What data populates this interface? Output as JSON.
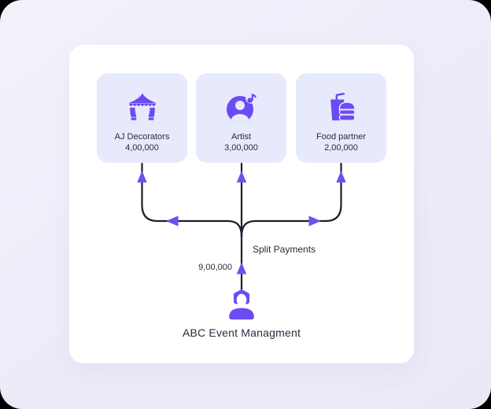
{
  "diagram": {
    "recipients": [
      {
        "name": "AJ Decorators",
        "amount": "4,00,000",
        "icon": "tent-icon"
      },
      {
        "name": "Artist",
        "amount": "3,00,000",
        "icon": "artist-music-icon"
      },
      {
        "name": "Food partner",
        "amount": "2,00,000",
        "icon": "food-drink-burger-icon"
      }
    ],
    "flow": {
      "split_label": "Split Payments",
      "source_amount": "9,00,000"
    },
    "sender": {
      "name": "ABC Event Managment",
      "icon": "person-icon"
    }
  },
  "colors": {
    "accent": "#6c4bf4",
    "arrow": "#7150ef",
    "line": "#1e1e2c",
    "card-bg": "#e7eafc",
    "panel-bg": "#ffffff",
    "screen-bg": "#ecebf8",
    "text-dark": "#2a2a3e"
  }
}
